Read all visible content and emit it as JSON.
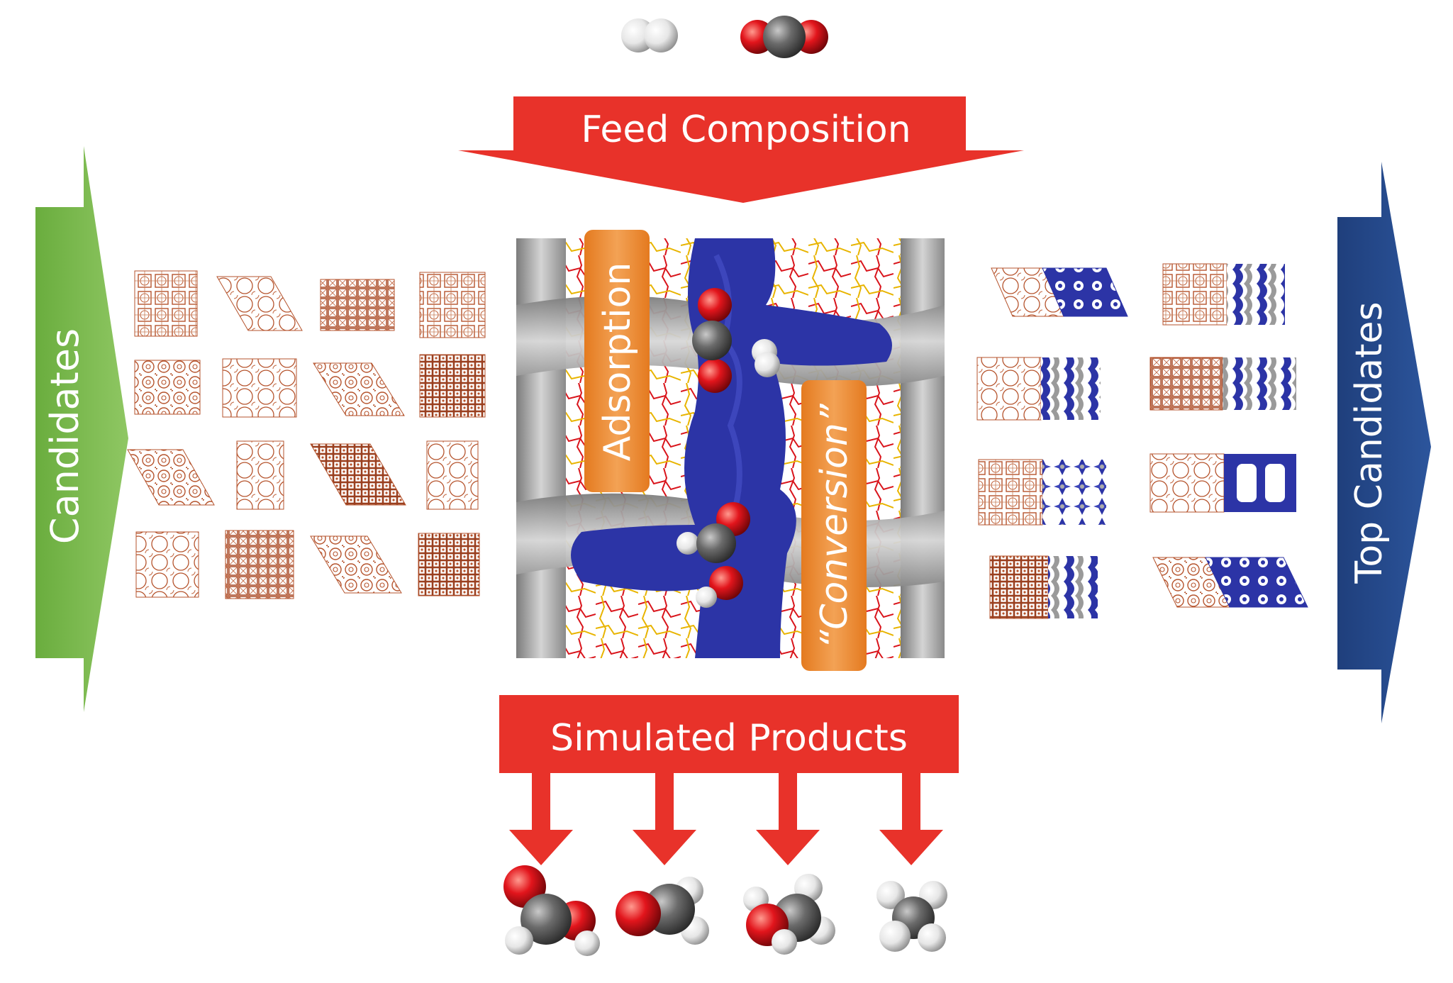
{
  "labels": {
    "candidates": "Candidates",
    "feed_composition": "Feed Composition",
    "adsorption": "Adsorption",
    "conversion": "“Conversion”",
    "simulated_products": "Simulated Products",
    "top_candidates": "Top Candidates"
  },
  "colors": {
    "candidates_arrow": "#7dbb4f",
    "red_arrow": "#e8322a",
    "orange_label": "#ef8a30",
    "top_candidates_arrow": "#244a8a",
    "framework_lines": "#b5532c",
    "pore_surface_blue": "#2c34a6",
    "pore_surface_gray": "#9a9a9a",
    "oxygen_atom": "#d9141b",
    "carbon_atom": "#6a6a6a",
    "hydrogen_atom": "#eeeeee"
  },
  "icons": {
    "feed_molecules": [
      "h2-molecule-icon",
      "co2-molecule-icon"
    ],
    "adsorbed_molecules": [
      "co2-molecule-icon",
      "h2-molecule-icon",
      "formic-acid-molecule-icon"
    ],
    "product_molecules": [
      "formic-acid-molecule-icon",
      "formaldehyde-molecule-icon",
      "methanol-molecule-icon",
      "methane-molecule-icon"
    ]
  }
}
